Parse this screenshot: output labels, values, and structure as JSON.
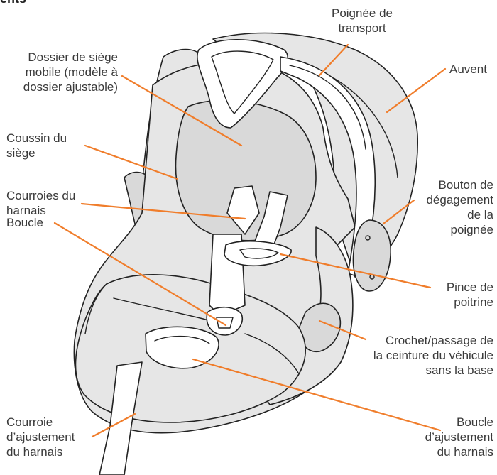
{
  "header": {
    "title": "ents"
  },
  "colors": {
    "leader": "#f07d2b",
    "text": "#3a3a3a",
    "seat_fill": "#e6e6e6",
    "outline": "#222222"
  },
  "labels": {
    "carry_handle": [
      "Poignée de",
      "transport"
    ],
    "seat_back": [
      "Dossier de siège",
      "mobile (modèle à",
      "dossier ajustable)"
    ],
    "canopy": [
      "Auvent"
    ],
    "seat_pad": [
      "Coussin du",
      "siège"
    ],
    "harness_straps": [
      "Courroies du",
      "harnais"
    ],
    "handle_release": [
      "Bouton de",
      "dégagement",
      "de la",
      "poignée"
    ],
    "buckle": [
      "Boucle"
    ],
    "chest_clip": [
      "Pince de",
      "poitrine"
    ],
    "belt_hook": [
      "Crochet/passage de",
      "la ceinture du véhicule",
      "sans la base"
    ],
    "adjust_strap": [
      "Courroie",
      "d’ajustement",
      "du harnais"
    ],
    "adjust_buckle": [
      "Boucle",
      "d’ajustement",
      "du harnais"
    ]
  }
}
